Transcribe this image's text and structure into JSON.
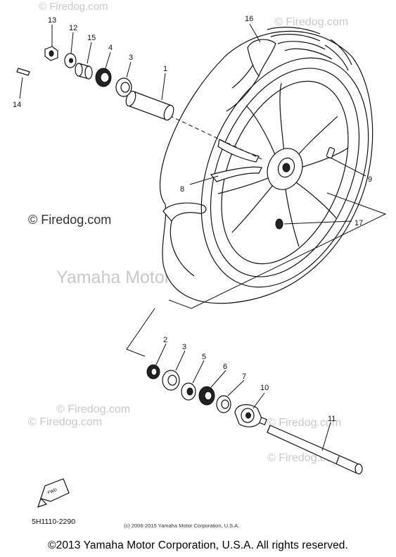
{
  "watermarks": {
    "top_right": "© Firedog.com",
    "top_left": "© Firedog.com",
    "mid_left": "© Firedog.com",
    "center": "Yamaha Motor Corp, U.S.A.",
    "lower_left": "© Firedog.com",
    "lower_mid": "© Firedog.com",
    "right_mid": "© Firedog.com",
    "bottom_right": "© Firedog.com"
  },
  "callouts": {
    "p1": "1",
    "p2": "2",
    "p3a": "3",
    "p3b": "3",
    "p4": "4",
    "p5": "5",
    "p6": "6",
    "p7": "7",
    "p8": "8",
    "p9": "9",
    "p10": "10",
    "p11": "11",
    "p12": "12",
    "p13": "13",
    "p14": "14",
    "p15": "15",
    "p16": "16",
    "p17": "17"
  },
  "front_arrow_label": "FWD",
  "diagram_code": "5H1110-2290",
  "small_copyright": "(c) 2006-2015 Yamaha Motor Corporation, U.S.A.",
  "footer_copyright": "©2013 Yamaha Motor Corporation, U.S.A. All rights reserved."
}
